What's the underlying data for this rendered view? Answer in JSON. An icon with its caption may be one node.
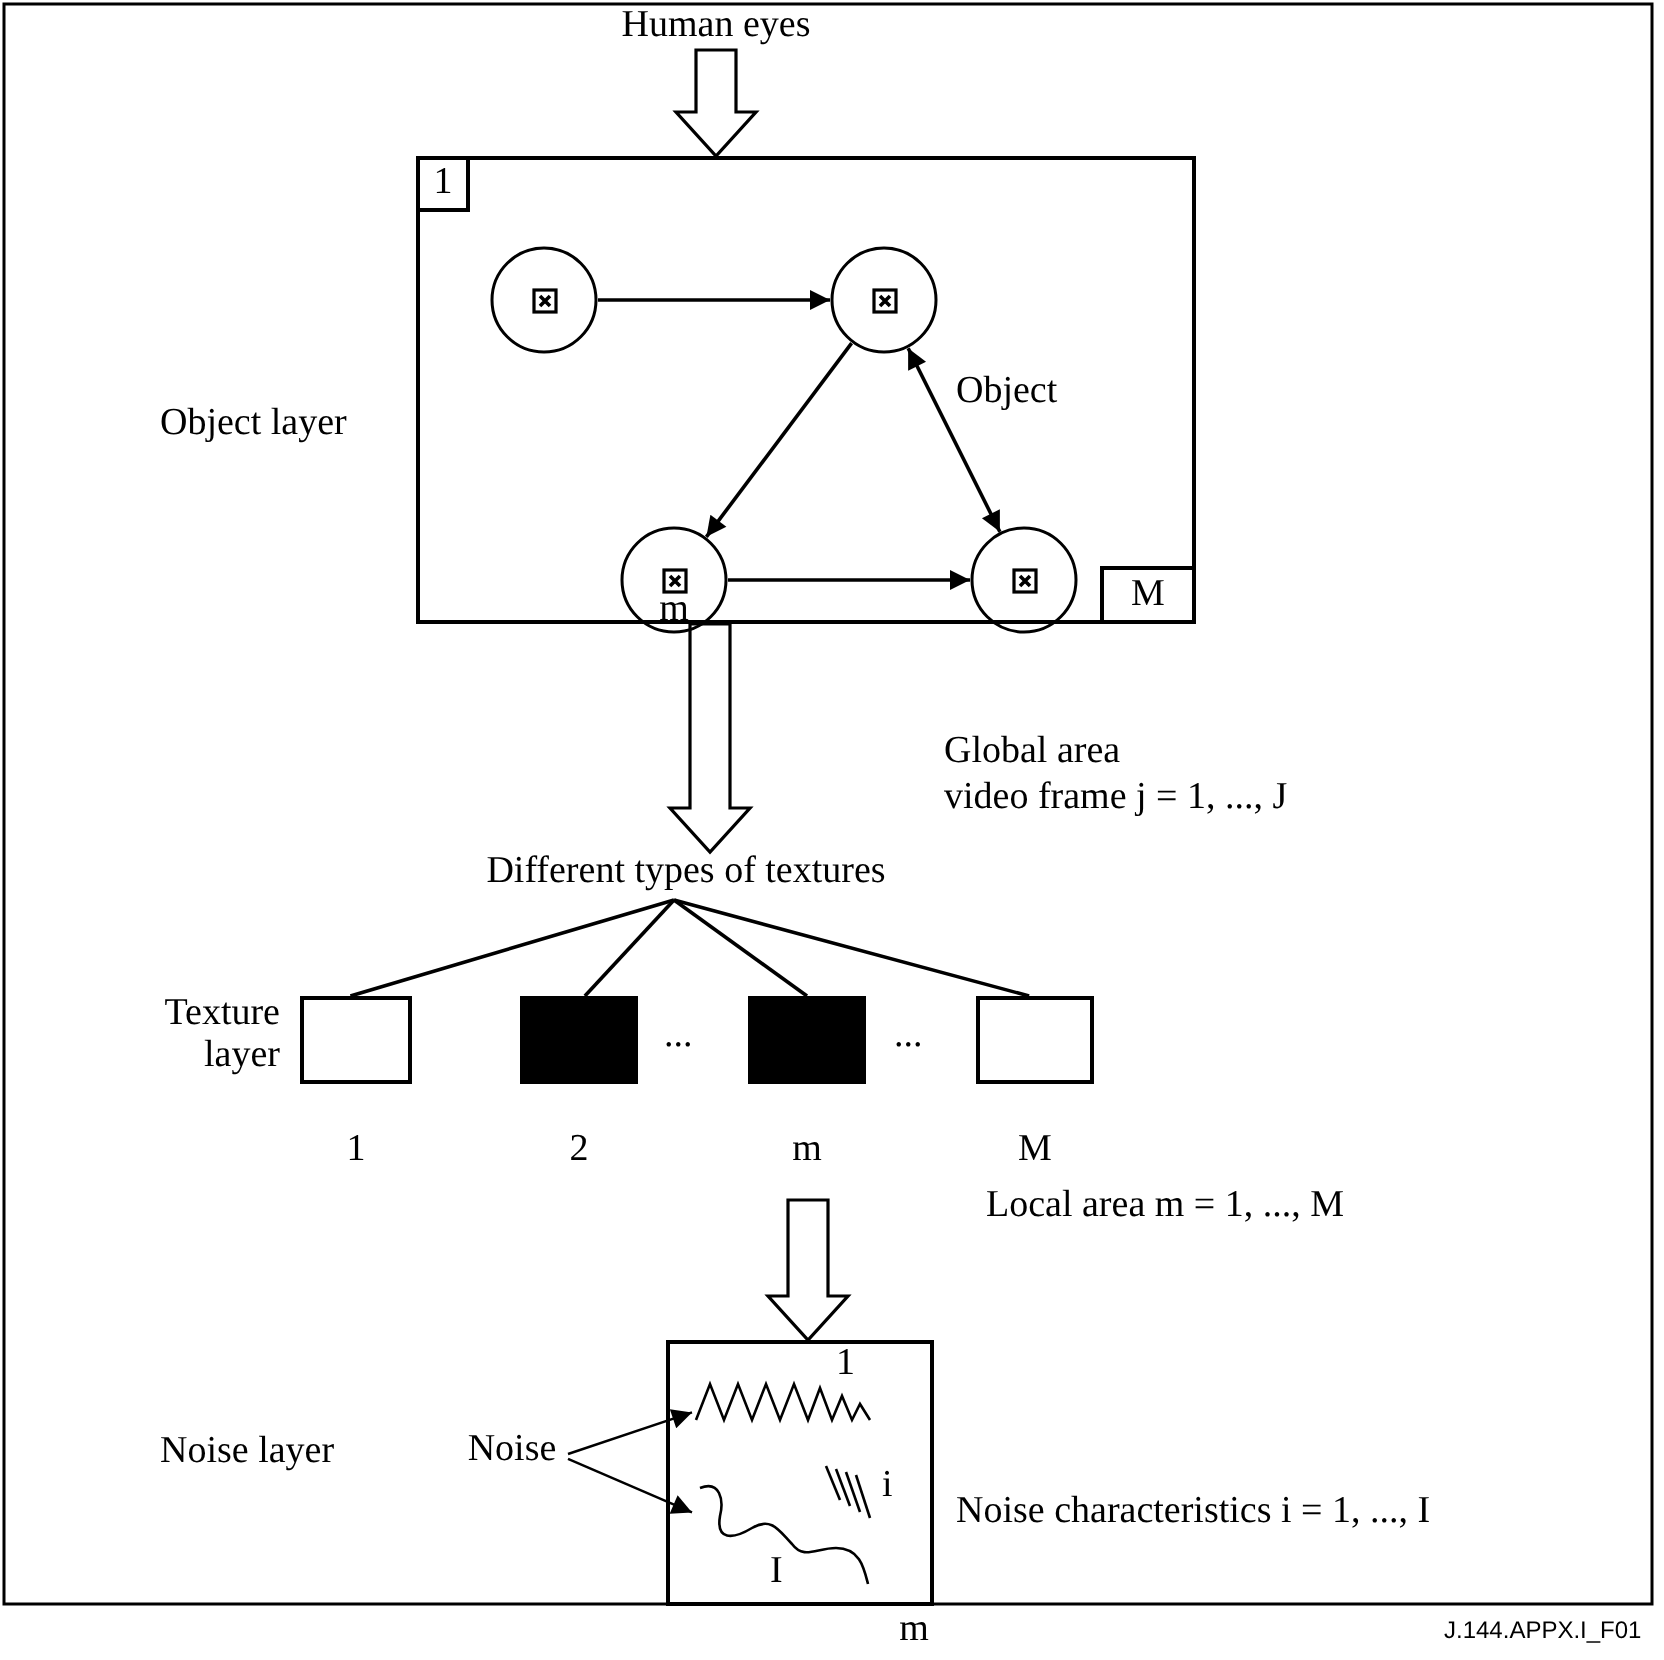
{
  "diagram": {
    "nodes": [
      {
        "text": [
          "Human eyes"
        ]
      },
      {
        "text": [],
        "shape": "box"
      },
      {
        "text": [
          "1"
        ],
        "in": 1
      },
      {
        "text": [
          "M"
        ],
        "in": 1
      },
      {
        "text": [],
        "shape": "circle",
        "in": 1
      },
      {
        "text": [],
        "shape": "circle",
        "in": 1
      },
      {
        "text": [
          "m"
        ],
        "in": 1
      },
      {
        "text": [],
        "shape": "circle",
        "in": 1
      },
      {
        "text": [
          "Different types of textures"
        ]
      },
      {
        "text": [],
        "shape": "box",
        "beside": [
          "1"
        ]
      },
      {
        "text": [],
        "shape": "box",
        "beside": [
          "2"
        ]
      },
      {
        "text": [],
        "shape": "box",
        "beside": [
          "m"
        ]
      },
      {
        "text": [],
        "shape": "box",
        "beside": [
          "M"
        ]
      },
      {
        "text": [],
        "shape": "box",
        "beside": [
          "m"
        ]
      },
      {
        "text": [
          "Noise"
        ]
      },
      {
        "text": [],
        "shape": "picture",
        "in": 13
      },
      {
        "text": [],
        "shape": "picture",
        "in": 13
      }
    ],
    "edges": [
      {
        "from": 0,
        "to": 1,
        "arrow": "to",
        "style": "thick"
      },
      {
        "from": 4,
        "to": 5,
        "arrow": "to"
      },
      {
        "from": 5,
        "to": 6,
        "arrow": "to"
      },
      {
        "from": 5,
        "to": 7,
        "arrow": "both",
        "label": "Object"
      },
      {
        "from": 6,
        "to": 7,
        "arrow": "to"
      },
      {
        "from": 1,
        "to": 8,
        "arrow": "to",
        "style": "thick"
      },
      {
        "from": 8,
        "to": 9,
        "arrow": "none"
      },
      {
        "from": 8,
        "to": 10,
        "arrow": "none"
      },
      {
        "from": 8,
        "to": 11,
        "arrow": "none"
      },
      {
        "from": 8,
        "to": 12,
        "arrow": "none"
      },
      {
        "from": null,
        "to": 13,
        "arrow": "to",
        "style": "thick"
      },
      {
        "from": 14,
        "to": 15,
        "arrow": "to"
      },
      {
        "from": 14,
        "to": 16,
        "arrow": "to"
      }
    ],
    "labels": [
      "Object layer",
      "Global area",
      "video frame j = 1, ..., J",
      "Texture layer",
      "...",
      "...",
      "Local area m = 1, ..., M",
      "Noise layer",
      "1",
      "i",
      "I",
      "Noise characteristics i = 1, ..., I",
      "J.144.APPX.I_F01"
    ]
  }
}
